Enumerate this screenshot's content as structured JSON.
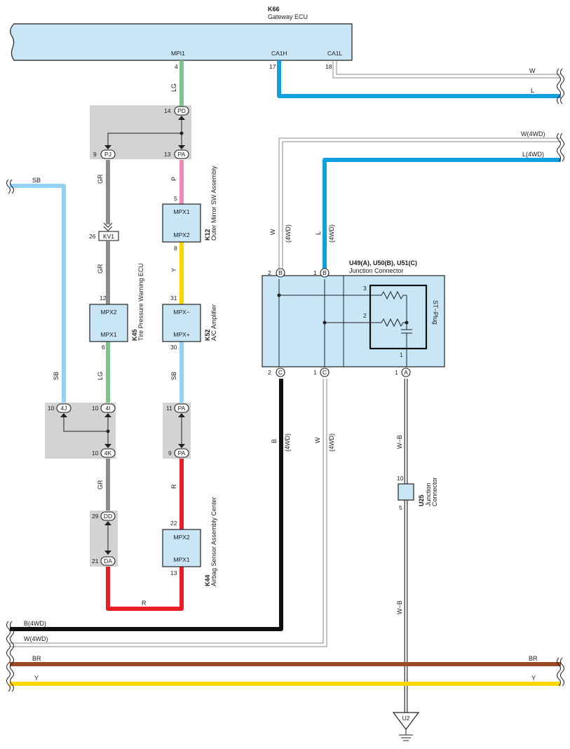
{
  "ecu": {
    "code": "K66",
    "name": "Gateway ECU",
    "pins": {
      "mpi1": "MPI1",
      "ca1h": "CA1H",
      "ca1l": "CA1L"
    },
    "pin_nums": {
      "mpi1": "4",
      "ca1h": "17",
      "ca1l": "18"
    }
  },
  "k12": {
    "code": "K12",
    "name": "Outer Mirror SW Assembly",
    "pins": {
      "top": "MPX1",
      "bottom": "MPX2"
    },
    "pin_nums": {
      "top": "5",
      "bottom": "8"
    }
  },
  "k45": {
    "code": "K45",
    "name": "Tire Pressure Warning ECU",
    "pins": {
      "top": "MPX2",
      "bottom": "MPX1"
    },
    "pin_nums": {
      "top": "12",
      "bottom": "6"
    }
  },
  "k52": {
    "code": "K52",
    "name": "A/C Amplifier",
    "pins": {
      "top": "MPX−",
      "bottom": "MPX+"
    },
    "pin_nums": {
      "top": "31",
      "bottom": "30"
    }
  },
  "k44": {
    "code": "K44",
    "name": "Airbag Sensor Assembly Center",
    "pins": {
      "top": "MPX2",
      "bottom": "MPX1"
    },
    "pin_nums": {
      "top": "22",
      "bottom": "13"
    }
  },
  "junction": {
    "title": "U49(A), U50(B), U51(C)",
    "name": "Junction Connector",
    "st_plug": "ST−Plug",
    "pins": {
      "b2": "2",
      "b1": "1",
      "c2": "2",
      "c1": "1",
      "a1": "1",
      "r3": "3",
      "r2": "2",
      "r1": "1"
    },
    "terminals": {
      "b": "B",
      "c": "C",
      "a": "A"
    }
  },
  "u25": {
    "code": "U25",
    "name_line1": "Junction",
    "name_line2": "Connector",
    "pin_top": "10",
    "pin_bottom": "5"
  },
  "ground": {
    "code": "U2"
  },
  "connectors": {
    "pd": "PD",
    "pj": "PJ",
    "pa": "PA",
    "kv1": "KV1",
    "j4": "4J",
    "i4": "4I",
    "k4": "4K",
    "dd": "DD",
    "da": "DA"
  },
  "connector_pins": {
    "pd": "14",
    "pj": "9",
    "pa_top": "13",
    "kv1": "26",
    "j4": "10",
    "i4": "10",
    "k4": "10",
    "pa2_top": "11",
    "pa2_bottom": "9",
    "dd": "29",
    "da": "21"
  },
  "wires": {
    "lg": "LG",
    "gr": "GR",
    "p": "P",
    "y": "Y",
    "sb": "SB",
    "r": "R",
    "w": "W",
    "l": "L",
    "b": "B",
    "w_b": "W−B",
    "br": "BR",
    "w4wd": "W(4WD)",
    "l4wd": "L(4WD)",
    "b4wd": "B(4WD)",
    "paren4wd": "(4WD)"
  },
  "colors": {
    "lg": "#7dc48a",
    "gr": "#8c8c8c",
    "pink": "#f08ab4",
    "yellow": "#ffd600",
    "sb": "#93d2f2",
    "red": "#ec1c24",
    "blue": "#10a0e0",
    "black": "#111111",
    "brown": "#9a4a24",
    "box": "#c8e6f6",
    "splice": "#d3d3d3"
  }
}
